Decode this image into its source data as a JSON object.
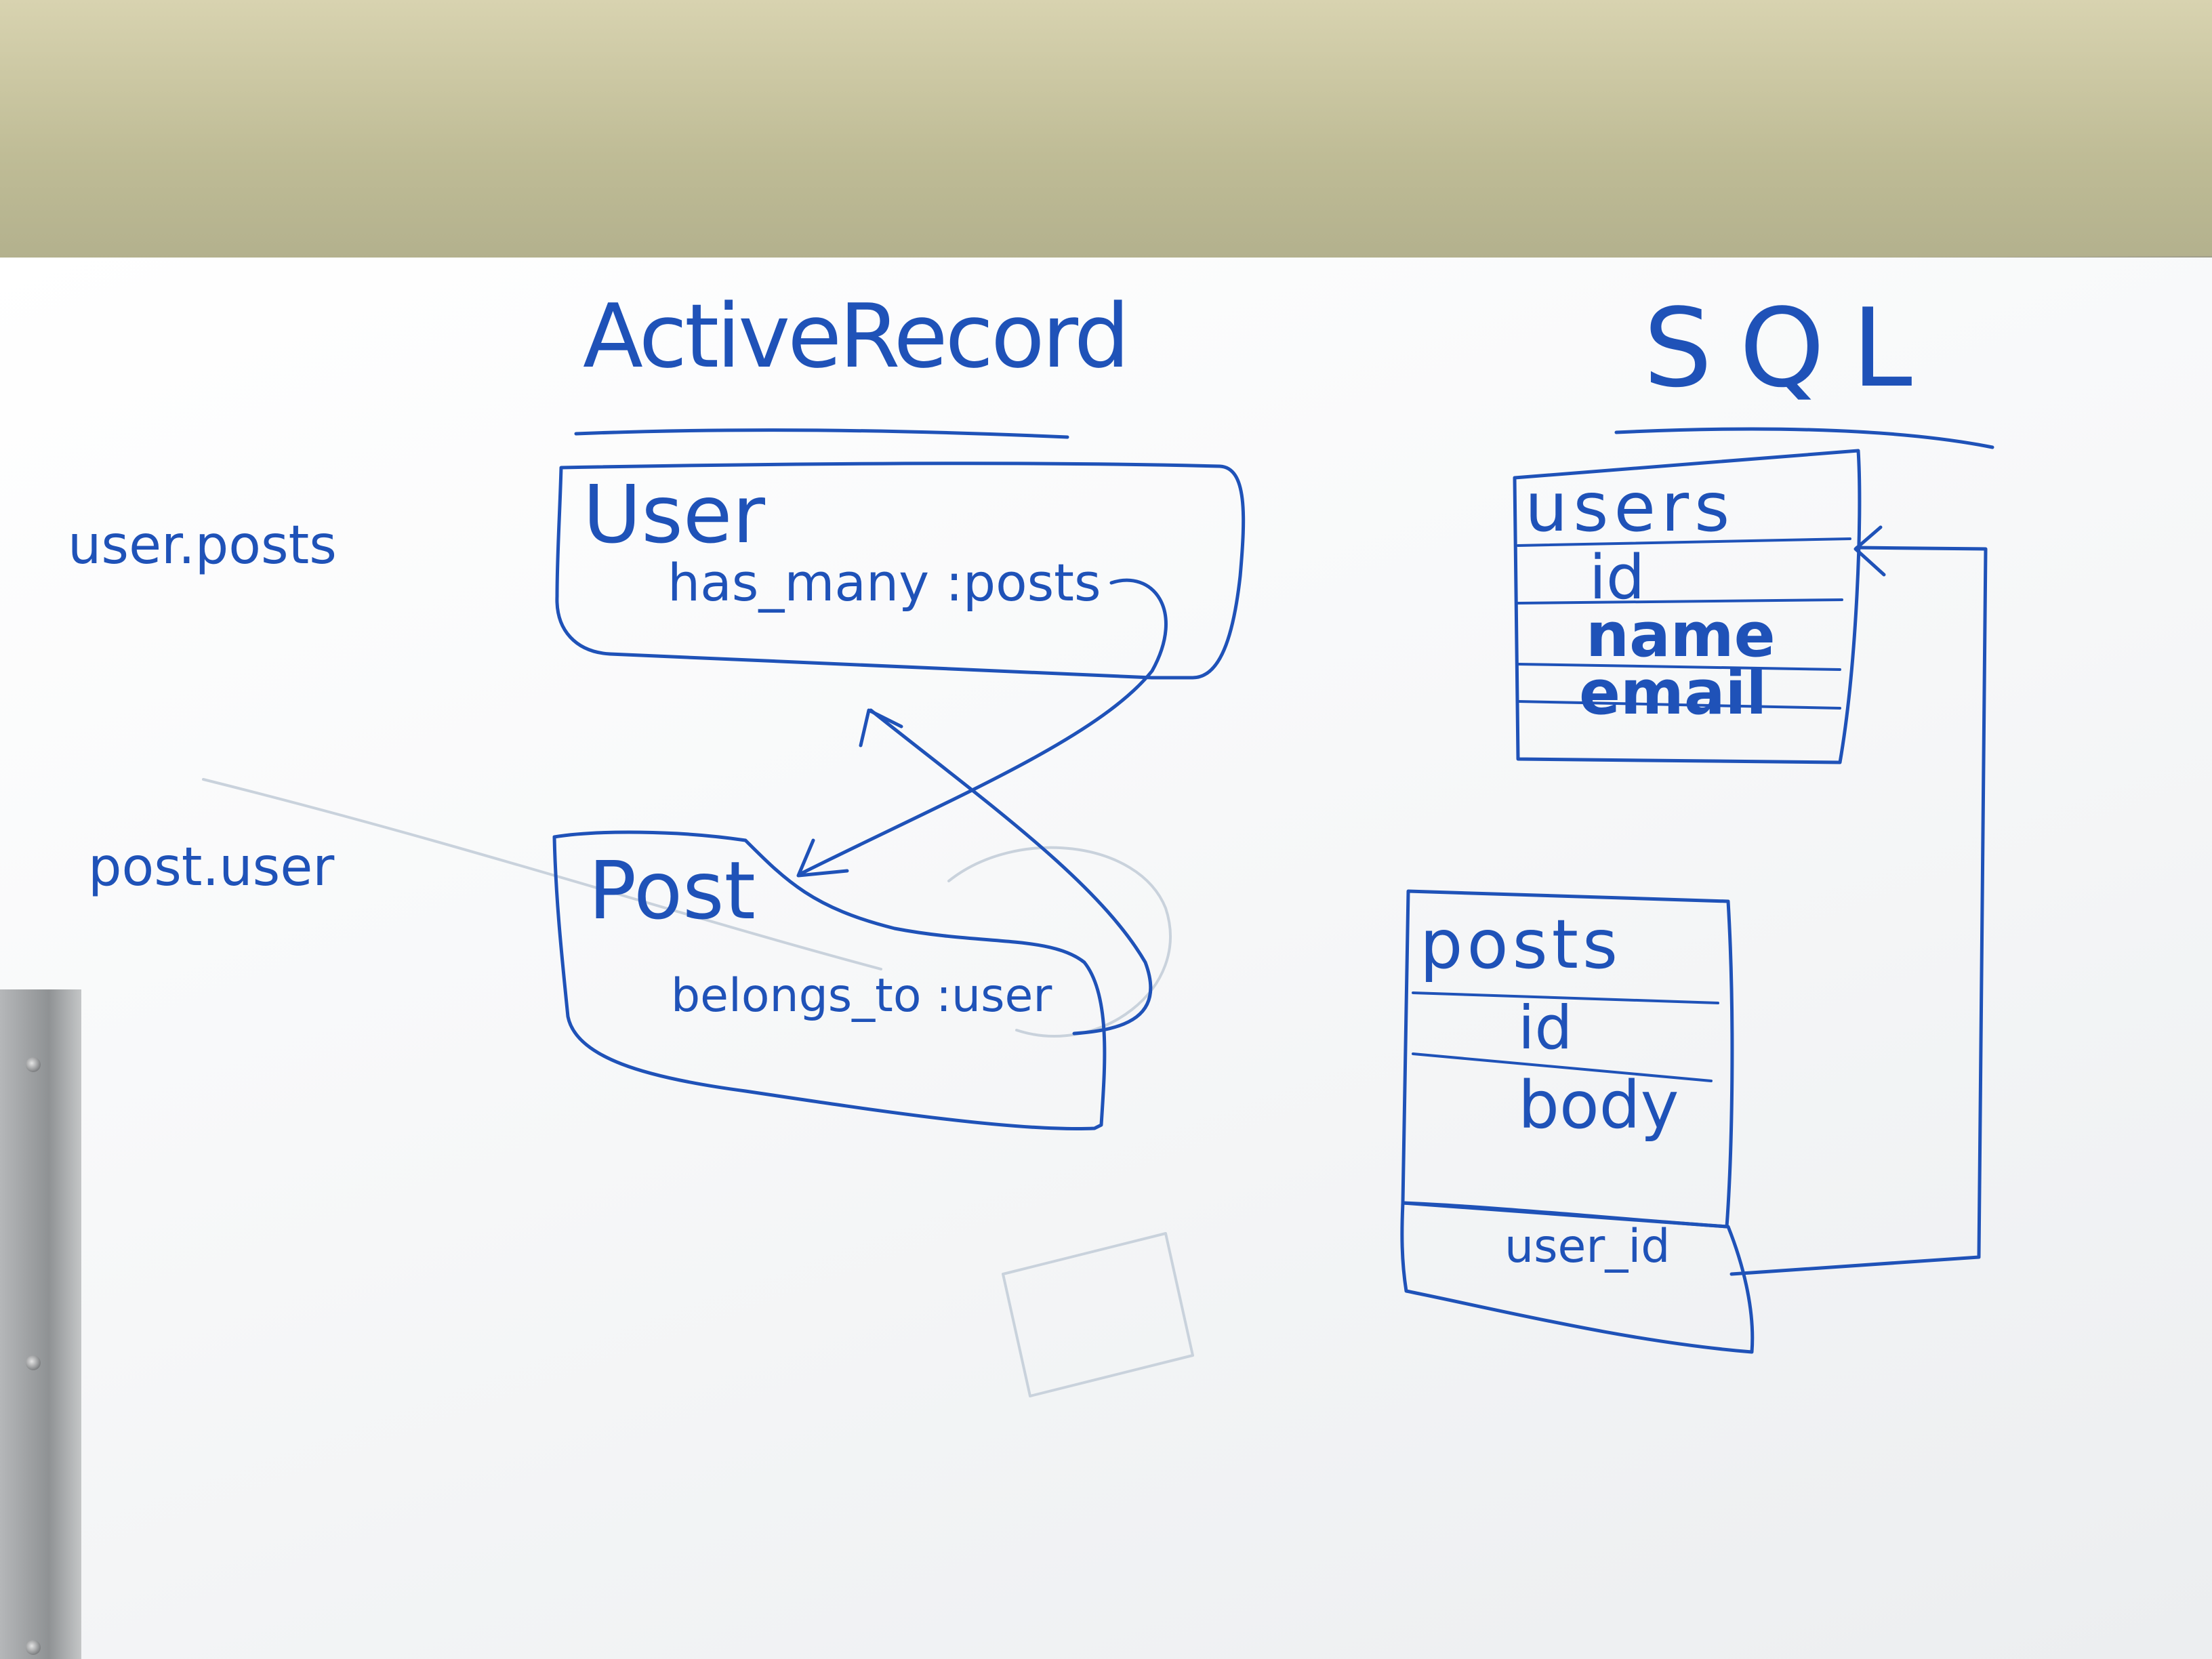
{
  "headings": {
    "activerecord": "ActiveRecord",
    "sql": "SQL"
  },
  "side_labels": {
    "user_posts": "user.posts",
    "post_user": "post.user"
  },
  "models": {
    "user": {
      "name": "User",
      "association": "has_many :posts"
    },
    "post": {
      "name": "Post",
      "association": "belongs_to :user"
    }
  },
  "tables": {
    "users": {
      "name": "users",
      "columns": [
        "id",
        "name",
        "email"
      ]
    },
    "posts": {
      "name": "posts",
      "columns": [
        "id",
        "body",
        "user_id"
      ]
    }
  },
  "colors": {
    "ink": "#1f52b8",
    "board": "#f4f5f6",
    "wall": "#c8c4a0"
  }
}
